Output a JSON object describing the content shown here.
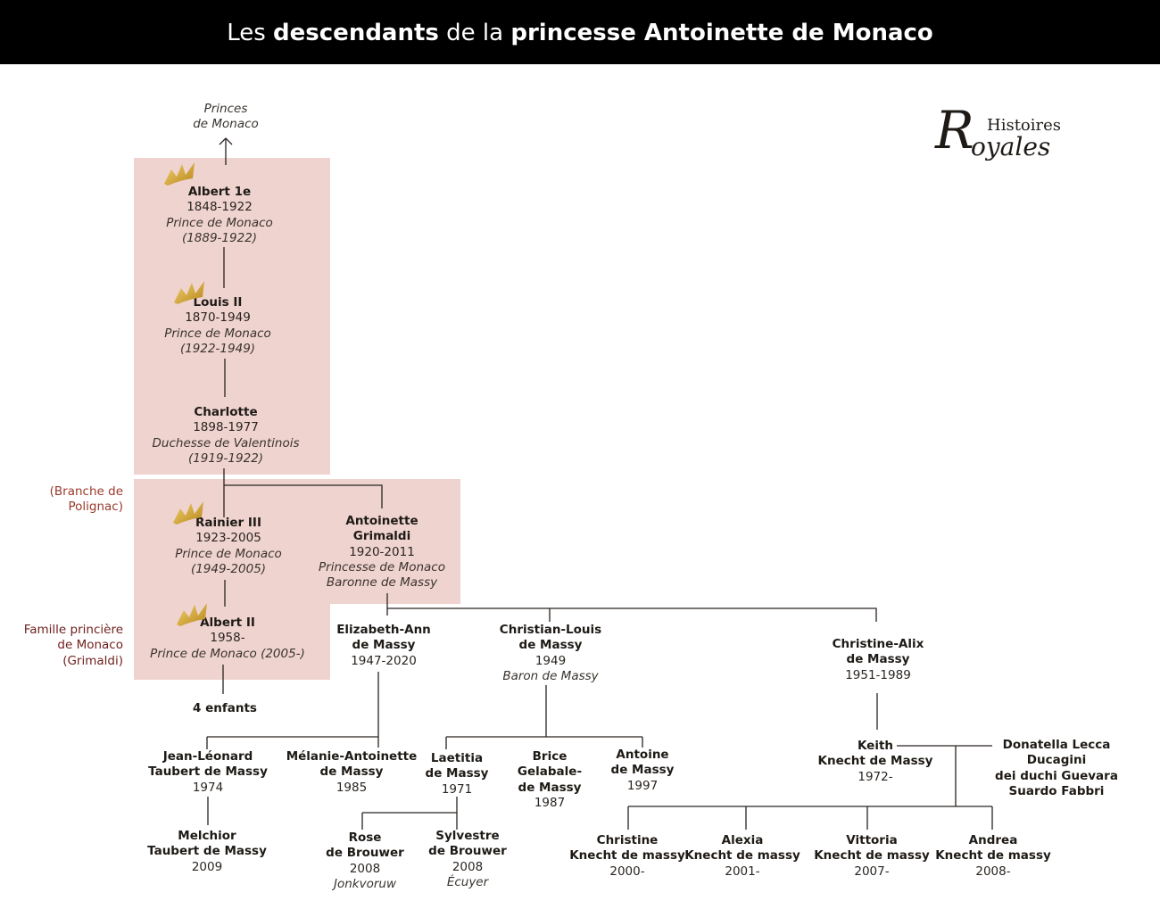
{
  "title": {
    "part1": "Les ",
    "part2": "descendants",
    "part3": " de la ",
    "part4": "princesse Antoinette de Monaco"
  },
  "logo": {
    "text": "Histoires Royales",
    "r": "R",
    "histoires": "Histoires",
    "oyales": "oyales"
  },
  "colors": {
    "pink": "#efd3cf",
    "gold": "#d4a52c",
    "polignac": "#9a3a2a",
    "grimaldi": "#6e1f1c"
  },
  "top_label": {
    "line1": "Princes",
    "line2": "de Monaco"
  },
  "side_labels": {
    "polignac": [
      "(Branche de",
      "Polignac)"
    ],
    "grimaldi": [
      "Famille princière",
      "de Monaco",
      "(Grimaldi)"
    ]
  },
  "people": [
    {
      "id": "albert1",
      "crown": true,
      "name": [
        "Albert 1e"
      ],
      "dates": "1848-1922",
      "title": [
        "Prince de Monaco",
        "(1889-1922)"
      ]
    },
    {
      "id": "louis2",
      "crown": true,
      "name": [
        "Louis II"
      ],
      "dates": "1870-1949",
      "title": [
        "Prince de Monaco",
        "(1922-1949)"
      ]
    },
    {
      "id": "charlotte",
      "name": [
        "Charlotte"
      ],
      "dates": "1898-1977",
      "title": [
        "Duchesse de Valentinois",
        "(1919-1922)"
      ]
    },
    {
      "id": "rainier3",
      "crown": true,
      "name": [
        "Rainier III"
      ],
      "dates": "1923-2005",
      "title": [
        "Prince de Monaco",
        "(1949-2005)"
      ]
    },
    {
      "id": "antoinette",
      "name": [
        "Antoinette",
        "Grimaldi"
      ],
      "dates": "1920-2011",
      "title": [
        "Princesse de Monaco",
        "Baronne de Massy"
      ]
    },
    {
      "id": "albert2",
      "crown": true,
      "name": [
        "Albert II"
      ],
      "dates": "1958-",
      "title": [
        "Prince de Monaco (2005-)"
      ]
    },
    {
      "id": "enfants",
      "name": [
        "4 enfants"
      ]
    },
    {
      "id": "elizabeth",
      "name": [
        "Elizabeth-Ann",
        "de Massy"
      ],
      "dates": "1947-2020"
    },
    {
      "id": "christianlouis",
      "name": [
        "Christian-Louis",
        "de Massy"
      ],
      "dates": "1949",
      "title": [
        "Baron de Massy"
      ]
    },
    {
      "id": "christinealix",
      "name": [
        "Christine-Alix",
        "de Massy"
      ],
      "dates": "1951-1989"
    },
    {
      "id": "jeanleonard",
      "name": [
        "Jean-Léonard",
        "Taubert de Massy"
      ],
      "dates": "1974"
    },
    {
      "id": "melanie",
      "name": [
        "Mélanie-Antoinette",
        "de Massy"
      ],
      "dates": "1985"
    },
    {
      "id": "melchior",
      "name": [
        "Melchior",
        "Taubert de Massy"
      ],
      "dates": "2009"
    },
    {
      "id": "laetitia",
      "name": [
        "Laetitia",
        "de Massy"
      ],
      "dates": "1971"
    },
    {
      "id": "brice",
      "name": [
        "Brice",
        "Gelabale-",
        "de Massy"
      ],
      "dates": "1987"
    },
    {
      "id": "antoine",
      "name": [
        "Antoine",
        "de Massy"
      ],
      "dates": "1997"
    },
    {
      "id": "rose",
      "name": [
        "Rose",
        "de Brouwer"
      ],
      "dates": "2008",
      "title": [
        "Jonkvoruw"
      ]
    },
    {
      "id": "sylvestre",
      "name": [
        "Sylvestre",
        "de Brouwer"
      ],
      "dates": "2008",
      "title": [
        "Écuyer"
      ]
    },
    {
      "id": "keith",
      "name": [
        "Keith",
        "Knecht de Massy"
      ],
      "dates": "1972-"
    },
    {
      "id": "donatella",
      "name": [
        "Donatella Lecca",
        "Ducagini",
        "dei duchi Guevara",
        "Suardo Fabbri"
      ]
    },
    {
      "id": "christine",
      "name": [
        "Christine",
        "Knecht de massy"
      ],
      "dates": "2000-"
    },
    {
      "id": "alexia",
      "name": [
        "Alexia",
        "Knecht de massy"
      ],
      "dates": "2001-"
    },
    {
      "id": "vittoria",
      "name": [
        "Vittoria",
        "Knecht de massy"
      ],
      "dates": "2007-"
    },
    {
      "id": "andrea",
      "name": [
        "Andrea",
        "Knecht de massy"
      ],
      "dates": "2008-"
    }
  ]
}
